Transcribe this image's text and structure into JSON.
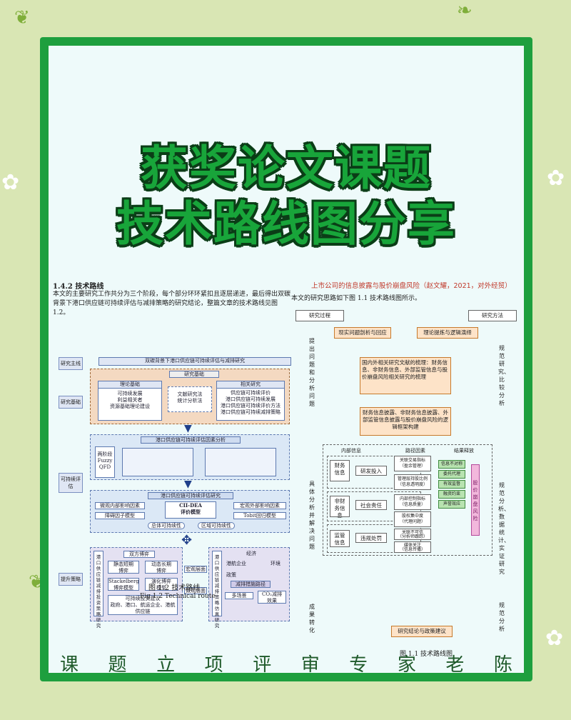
{
  "title": {
    "line1": "获奖论文课题",
    "line2": "技术路线图分享"
  },
  "footer": {
    "chars": [
      "课",
      "题",
      "立",
      "项",
      "评",
      "审",
      "专",
      "家",
      "老",
      "陈"
    ]
  },
  "left_paper": {
    "section": "1.4.2  技术路线",
    "paragraph": "本文的主要研究工作共分为三个阶段，每个部分环环紧扣且逐层递进，最后得出双碳背景下港口供应链可持续评估与减排策略的研究结论，整篇文章的技术路线见图 1.2。",
    "side_labels": [
      "研究主线",
      "研究基础",
      "可持续评估",
      "提升策略"
    ],
    "top_banner": "双碳背景下港口供应链可持续评估与减排研究",
    "research_basis": "研究基础",
    "theory_basis": "理论基础",
    "theory_items": "可持续发展\n利益相关者\n资源基础理论建设",
    "related_research": "相关研究",
    "related_items": "供应链可持续评价\n港口供应链可持续发展\n港口供应链可持续评价方法\n港口供应链可持续减排策略",
    "lit_box": "文献研究法\n统计分析法",
    "factor_banner": "港口供应链可持续评估因素分析",
    "two_stage": "两阶段\nFuzzy QFD",
    "eval_banner": "港口供应链可持续评估研究",
    "micro": "微观内部影响因素",
    "macro": "宏观外部影响因素",
    "model1": "障碍因子模型",
    "model2": "Tobit回归模型",
    "cii_dea": "CII-DEA\n评价模型",
    "overall": "总体可持续性",
    "regional": "区域可持续性",
    "strategy_left": "港口供应链减排投资策略研究",
    "game": "双方博弈",
    "static": "静态短期\n博弈",
    "dynamic": "动态长期\n博弈",
    "stackelberg": "Stackelberg\n博弈模型",
    "evolution": "演化博弈\n模型",
    "sustain_advice": "可持续投资建议\n政府、港口、航运企业、港航供应链",
    "macro_level": "宏观层面",
    "micro_level": "微观层面",
    "strategy_right": "港口供应链减排策略仿真研究",
    "economy": "经济",
    "shipping": "港航企业",
    "policy": "政策",
    "environment": "环境",
    "path": "减排措施路径",
    "multi": "多场景",
    "co2": "CO₂减排\n效果",
    "cap1": "图 1.2   技术路线",
    "cap2": "Fig 1.2    Technical route"
  },
  "right_paper": {
    "red_title": "上市公司的信息披露与股价崩盘风险（赵文耀，2021，对外经贸）",
    "paragraph": "本文的研究思路如下图 1.1 技术路线图所示。",
    "process": "研究过程",
    "method": "研究方法",
    "stage1": "提出问题和分析问题",
    "stage2": "具体分析并解决问题",
    "stage3": "成果转化",
    "method1": "规范研究、比较分析",
    "method2": "规范分析、数据统计、实证研究",
    "method3": "规范分析",
    "box_reality": "现实问题剖析与回应",
    "box_theory": "理论提炼与逻辑演绎",
    "box_review": "国内外相关研究文献的梳理：财务信息、非财务信息、外部监管信息与股价崩盘风险相关研究的梳理",
    "box_disclosure": "财务信息披露、非财务信息披露、外部监管信息披露与股价崩盘风险的逻辑框架构建",
    "col_internal": "内部信息",
    "col_path": "路径因素",
    "col_result": "结果释放",
    "fin": "财务信息",
    "nonfin": "非财务信息",
    "external": "监管信息",
    "rd": "研发投入",
    "social": "社会责任",
    "violation": "违规处罚",
    "p1": "关联交易指标\n（盈余管理）",
    "p2": "管理层持股比例\n（信息透明度）",
    "p3": "内部控制指标\n（信息质量）",
    "p4": "股权集中度\n（代理问题）",
    "p5": "关联不可信\n（分析师跟踪）",
    "p6": "媒体关注\n（信息传播）",
    "g1": "信息不对称",
    "g2": "委托代理",
    "g3": "有效监督",
    "g4": "融资约束",
    "g5": "声誉效应",
    "crash": "股价崩盘风险",
    "conclusion": "研究结论与政策建议",
    "cap": "图 1.1  技术路线图"
  }
}
